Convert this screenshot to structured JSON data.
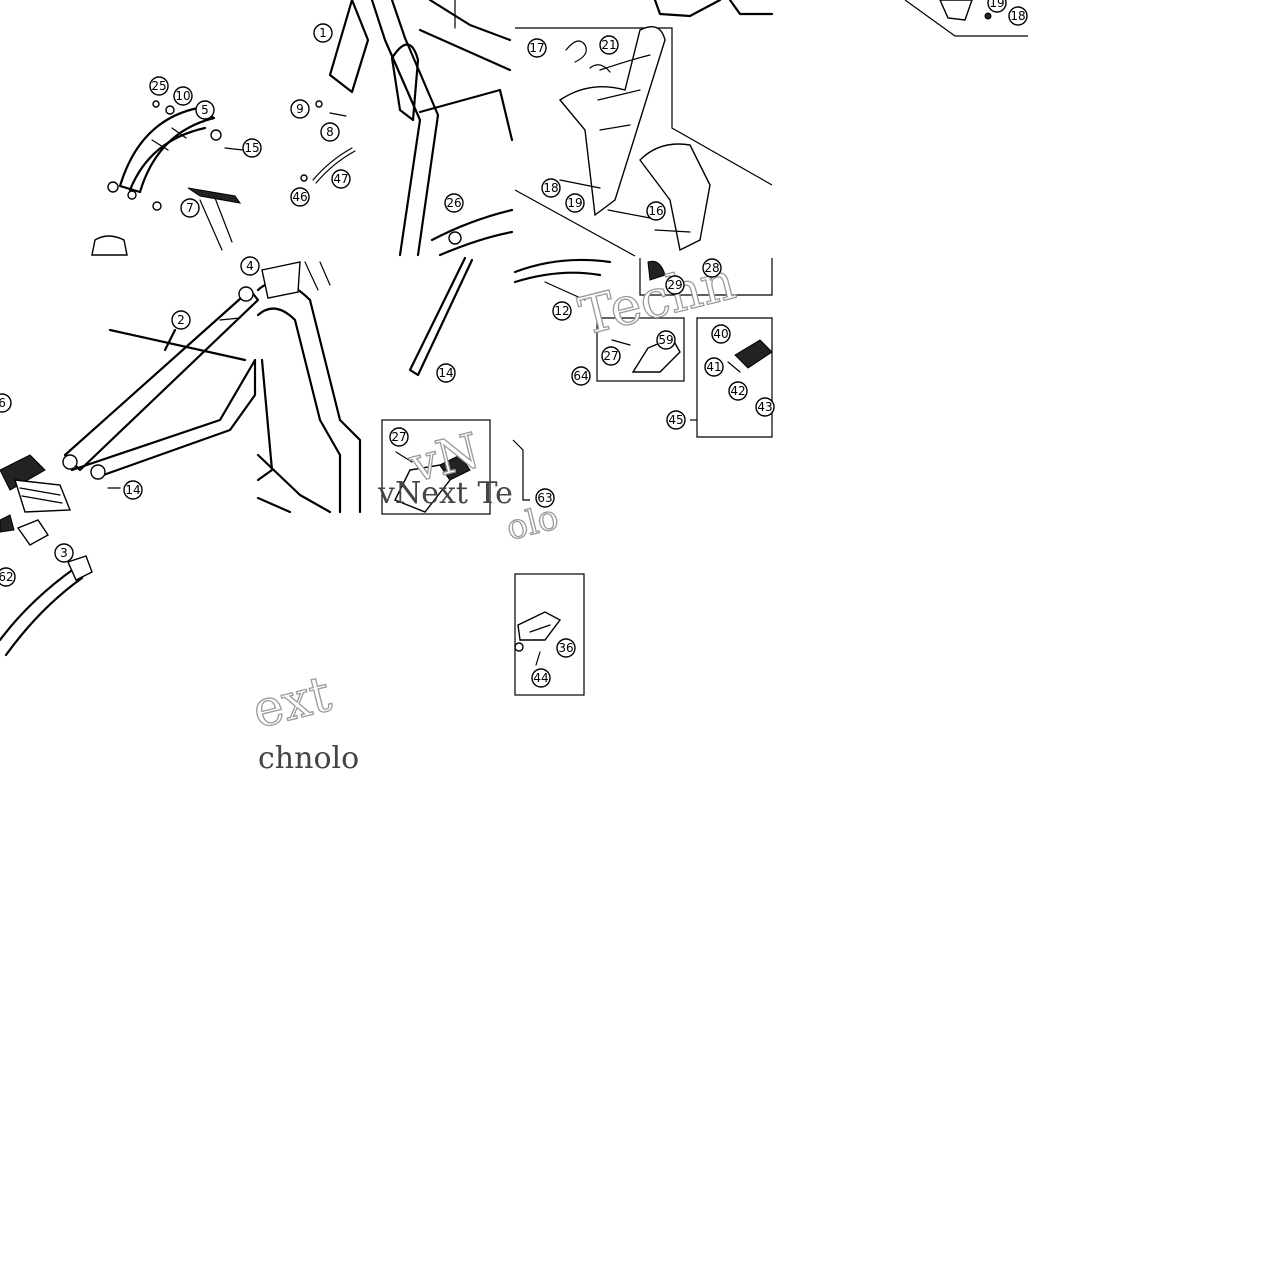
{
  "diagram": {
    "callouts": [
      {
        "id": "c25",
        "label": "25"
      },
      {
        "id": "c10",
        "label": "10"
      },
      {
        "id": "c5",
        "label": "5"
      },
      {
        "id": "c15",
        "label": "15"
      },
      {
        "id": "c7",
        "label": "7"
      },
      {
        "id": "c1",
        "label": "1"
      },
      {
        "id": "c9",
        "label": "9"
      },
      {
        "id": "c8",
        "label": "8"
      },
      {
        "id": "c47",
        "label": "47"
      },
      {
        "id": "c46",
        "label": "46"
      },
      {
        "id": "c26",
        "label": "26"
      },
      {
        "id": "c17",
        "label": "17"
      },
      {
        "id": "c21",
        "label": "21"
      },
      {
        "id": "c18a",
        "label": "18"
      },
      {
        "id": "c19a",
        "label": "19"
      },
      {
        "id": "c16",
        "label": "16"
      },
      {
        "id": "c19b",
        "label": "19"
      },
      {
        "id": "c18b",
        "label": "18"
      },
      {
        "id": "c4",
        "label": "4"
      },
      {
        "id": "c2",
        "label": "2"
      },
      {
        "id": "c6",
        "label": "6"
      },
      {
        "id": "c14a",
        "label": "14"
      },
      {
        "id": "c14b",
        "label": "14"
      },
      {
        "id": "c27a",
        "label": "27"
      },
      {
        "id": "c63",
        "label": "63"
      },
      {
        "id": "c12",
        "label": "12"
      },
      {
        "id": "c29",
        "label": "29"
      },
      {
        "id": "c28",
        "label": "28"
      },
      {
        "id": "c59",
        "label": "59"
      },
      {
        "id": "c27b",
        "label": "27"
      },
      {
        "id": "c64",
        "label": "64"
      },
      {
        "id": "c40",
        "label": "40"
      },
      {
        "id": "c41",
        "label": "41"
      },
      {
        "id": "c42",
        "label": "42"
      },
      {
        "id": "c43",
        "label": "43"
      },
      {
        "id": "c45",
        "label": "45"
      },
      {
        "id": "c3",
        "label": "3"
      },
      {
        "id": "c62",
        "label": "62"
      },
      {
        "id": "c36",
        "label": "36"
      },
      {
        "id": "c44",
        "label": "44"
      }
    ],
    "watermarks": [
      {
        "id": "w1",
        "text": "Techn"
      },
      {
        "id": "w2",
        "text": "vNext Te"
      },
      {
        "id": "w3",
        "text": "vN"
      },
      {
        "id": "w4",
        "text": "ext"
      },
      {
        "id": "w5",
        "text": "chnolo"
      },
      {
        "id": "w6",
        "text": "olo"
      }
    ]
  }
}
